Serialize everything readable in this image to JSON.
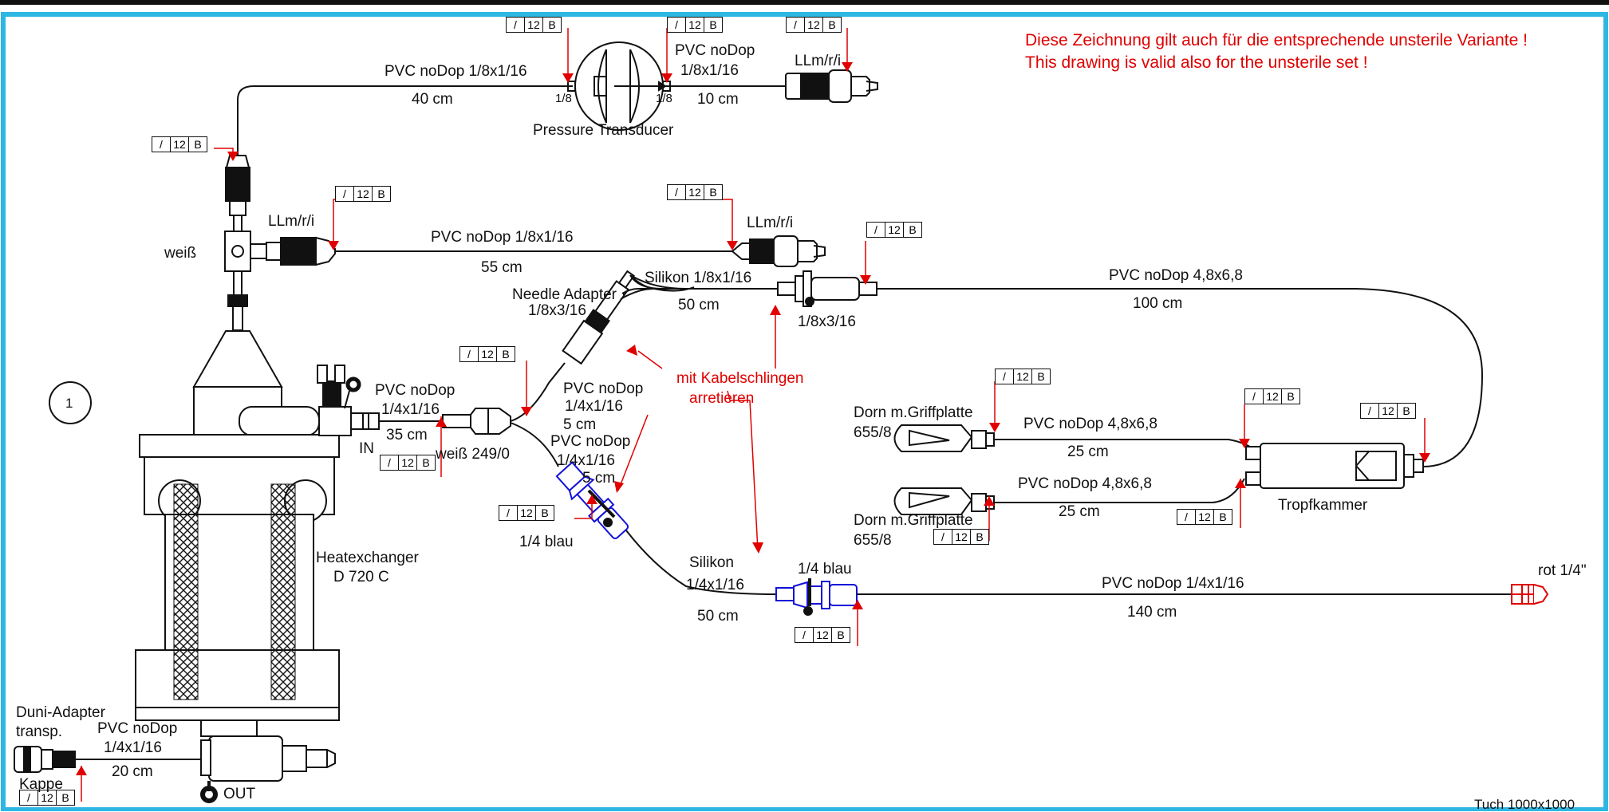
{
  "note": {
    "line1": "Diese Zeichnung gilt auch für die entsprechende unsterile Variante !",
    "line2": "This drawing is valid also for the unsterile set !"
  },
  "position_number": "1",
  "tag_cells": [
    "/",
    "12",
    "B"
  ],
  "labels": {
    "pvc_18_top": "PVC noDop 1/8x1/16",
    "len_40": "40 cm",
    "p18_left": "1/8",
    "p18_right": "1/8",
    "pressure_transducer": "Pressure Transducer",
    "pvc_top_right_1": "PVC noDop",
    "pvc_top_right_2": "1/8x1/16",
    "len_10": "10 cm",
    "llm_top": "LLm/r/i",
    "weiss": "weiß",
    "llm_left": "LLm/r/i",
    "pvc_18_mid": "PVC noDop 1/8x1/16",
    "len_55": "55 cm",
    "llm_mid": "LLm/r/i",
    "silikon_18": "Silikon  1/8x1/16",
    "len_50a": "50 cm",
    "needle_1": "Needle Adapter",
    "needle_2": "1/8x3/16",
    "conn_183": "1/8x3/16",
    "pvc_48_top": "PVC noDop 4,8x6,8",
    "len_100": "100 cm",
    "kabel_1": "mit Kabelschlingen",
    "kabel_2": "arretieren",
    "pvc_in_1": "PVC noDop",
    "pvc_in_2": "1/4x1/16",
    "len_35": "35 cm",
    "in": "IN",
    "weiss249": "weiß 249/0",
    "pvc_b1_1": "PVC noDop",
    "pvc_b1_2": "1/4x1/16",
    "len_5a": "5 cm",
    "pvc_b2_1": "PVC noDop",
    "pvc_b2_2": "1/4x1/16",
    "len_5b": "5 cm",
    "blau_left": "1/4 blau",
    "dorn1_1": "Dorn m.Griffplatte",
    "dorn1_2": "655/8",
    "pvc_48_d1": "PVC noDop 4,8x6,8",
    "len_25a": "25 cm",
    "dorn2_1": "Dorn m.Griffplatte",
    "dorn2_2": "655/8",
    "pvc_48_d2": "PVC noDop 4,8x6,8",
    "len_25b": "25 cm",
    "tropf": "Tropfkammer",
    "heat_1": "Heatexchanger",
    "heat_2": "D 720 C",
    "silikon_14_1": "Silikon",
    "silikon_14_2": "1/4x1/16",
    "len_50b": "50 cm",
    "blau_right": "1/4 blau",
    "pvc_14_long": "PVC noDop 1/4x1/16",
    "len_140": "140 cm",
    "rot": "rot 1/4\"",
    "duni_1": "Duni-Adapter",
    "duni_2": "transp.",
    "pvc_out_1": "PVC noDop",
    "pvc_out_2": "1/4x1/16",
    "len_20": "20 cm",
    "kappe": "Kappe",
    "out": "OUT",
    "tuch": "Tuch 1000x1000"
  }
}
